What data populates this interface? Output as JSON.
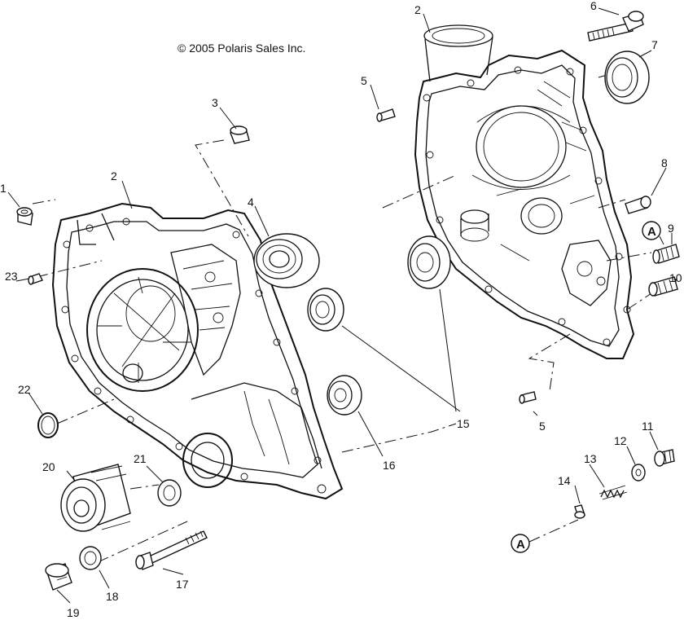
{
  "copyright": "© 2005 Polaris Sales Inc.",
  "callouts": {
    "c1": "1",
    "c2a": "2",
    "c2b": "2",
    "c3": "3",
    "c4": "4",
    "c5a": "5",
    "c5b": "5",
    "c6": "6",
    "c7": "7",
    "c8": "8",
    "c9": "9",
    "c10": "10",
    "c11": "11",
    "c12": "12",
    "c13": "13",
    "c14": "14",
    "c15": "15",
    "c16": "16",
    "c17": "17",
    "c18": "18",
    "c19": "19",
    "c20": "20",
    "c21": "21",
    "c22": "22",
    "c23": "23"
  },
  "refs": {
    "refA1": "A",
    "refA2": "A"
  }
}
